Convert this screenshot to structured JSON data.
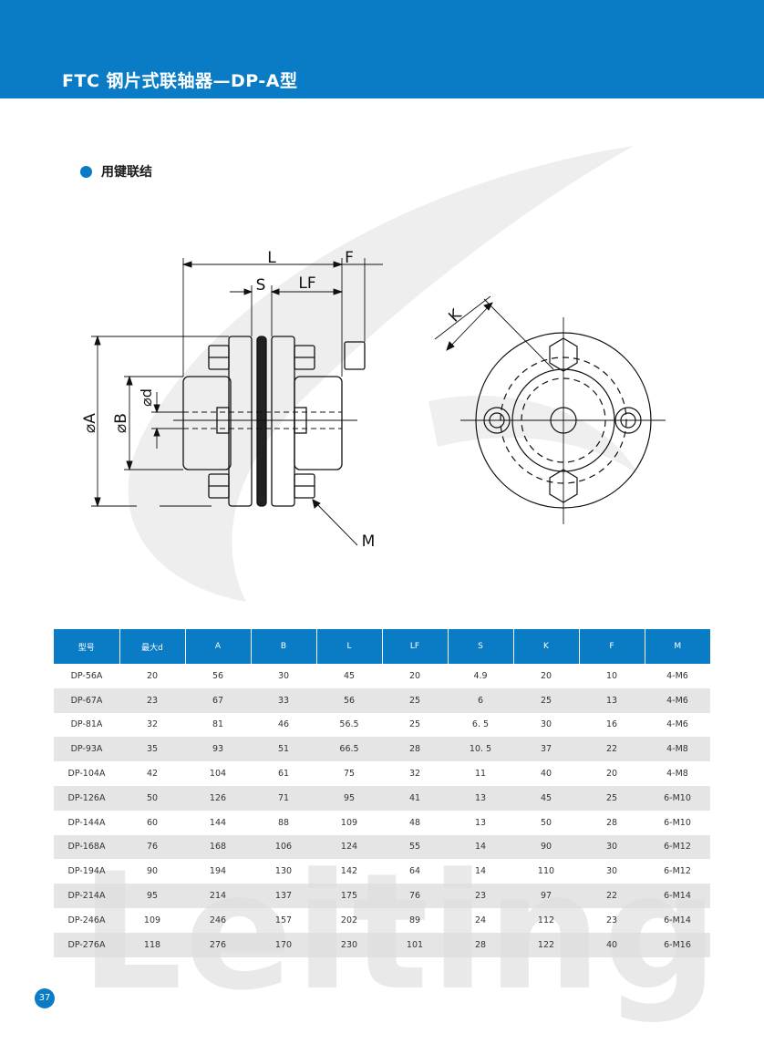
{
  "header": {
    "title": "FTC 钢片式联轴器—DP-A型"
  },
  "section": {
    "label": "用键联结"
  },
  "watermark": {
    "text": "Leiting"
  },
  "drawing": {
    "labels": {
      "L": "L",
      "F": "F",
      "S": "S",
      "LF": "LF",
      "A": "⌀A",
      "B": "⌀B",
      "d": "⌀d",
      "M": "M",
      "K": "K"
    }
  },
  "table": {
    "headers": [
      "型号",
      "最大d",
      "A",
      "B",
      "L",
      "LF",
      "S",
      "K",
      "F",
      "M"
    ],
    "rows": [
      [
        "DP-56A",
        "20",
        "56",
        "30",
        "45",
        "20",
        "4.9",
        "20",
        "10",
        "4-M6"
      ],
      [
        "DP-67A",
        "23",
        "67",
        "33",
        "56",
        "25",
        "6",
        "25",
        "13",
        "4-M6"
      ],
      [
        "DP-81A",
        "32",
        "81",
        "46",
        "56.5",
        "25",
        "6. 5",
        "30",
        "16",
        "4-M6"
      ],
      [
        "DP-93A",
        "35",
        "93",
        "51",
        "66.5",
        "28",
        "10. 5",
        "37",
        "22",
        "4-M8"
      ],
      [
        "DP-104A",
        "42",
        "104",
        "61",
        "75",
        "32",
        "11",
        "40",
        "20",
        "4-M8"
      ],
      [
        "DP-126A",
        "50",
        "126",
        "71",
        "95",
        "41",
        "13",
        "45",
        "25",
        "6-M10"
      ],
      [
        "DP-144A",
        "60",
        "144",
        "88",
        "109",
        "48",
        "13",
        "50",
        "28",
        "6-M10"
      ],
      [
        "DP-168A",
        "76",
        "168",
        "106",
        "124",
        "55",
        "14",
        "90",
        "30",
        "6-M12"
      ],
      [
        "DP-194A",
        "90",
        "194",
        "130",
        "142",
        "64",
        "14",
        "110",
        "30",
        "6-M12"
      ],
      [
        "DP-214A",
        "95",
        "214",
        "137",
        "175",
        "76",
        "23",
        "97",
        "22",
        "6-M14"
      ],
      [
        "DP-246A",
        "109",
        "246",
        "157",
        "202",
        "89",
        "24",
        "112",
        "23",
        "6-M14"
      ],
      [
        "DP-276A",
        "118",
        "276",
        "170",
        "230",
        "101",
        "28",
        "122",
        "40",
        "6-M16"
      ]
    ]
  },
  "page": {
    "number": "37"
  },
  "colors": {
    "brand": "#0a7cc5",
    "row_stripe": "#dcdcdc",
    "watermark": "#e9e9e9"
  }
}
